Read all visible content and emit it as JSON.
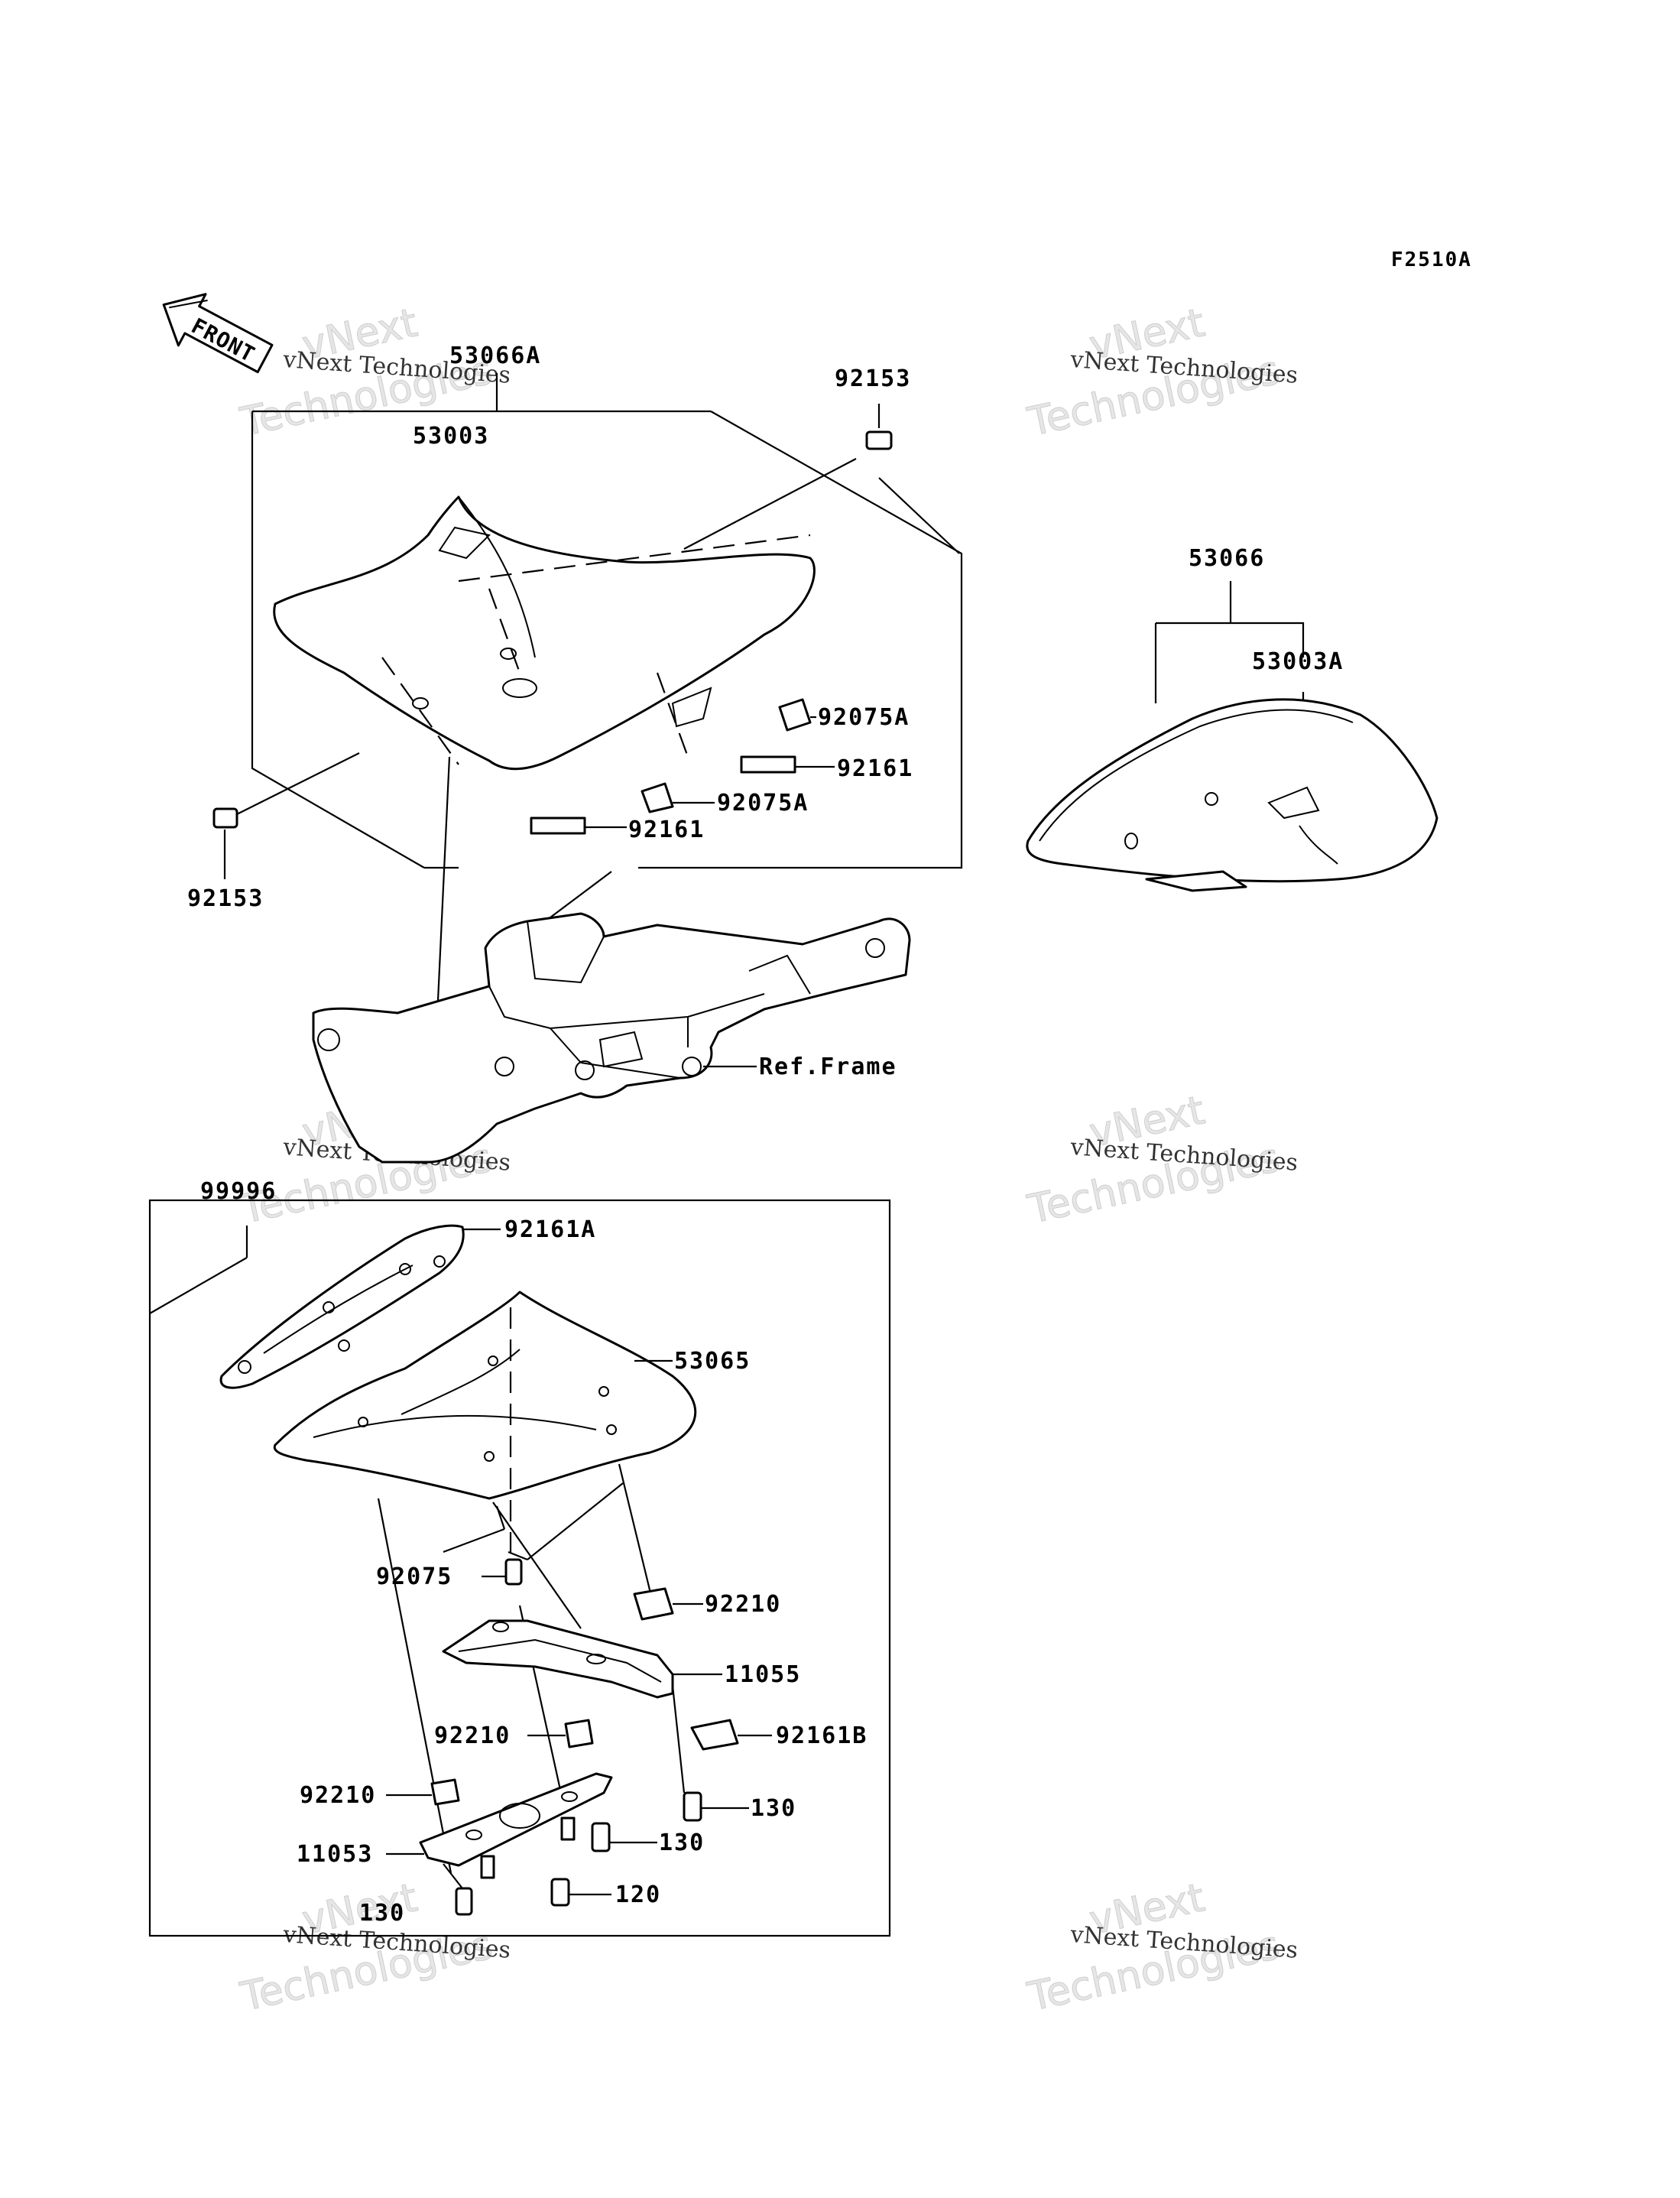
{
  "diagram_code": "F2510A",
  "front_label": "FRONT",
  "ref_frame_label": "Ref.Frame",
  "watermark": {
    "line1": "vNext Technologies",
    "line2": "vNext",
    "line3": "Technologies"
  },
  "parts": {
    "p53066A": "53066A",
    "p53003": "53003",
    "p92153_top": "92153",
    "p92153_left": "92153",
    "p92075A_1": "92075A",
    "p92161_1": "92161",
    "p92075A_2": "92075A",
    "p92161_2": "92161",
    "p53066": "53066",
    "p53003A": "53003A",
    "p99996": "99996",
    "p92161A": "92161A",
    "p53065": "53065",
    "p92075": "92075",
    "p92210_1": "92210",
    "p11055": "11055",
    "p92210_2": "92210",
    "p92161B": "92161B",
    "p92210_3": "92210",
    "p130_1": "130",
    "p11053": "11053",
    "p130_2": "130",
    "p120": "120",
    "p130_3": "130"
  }
}
